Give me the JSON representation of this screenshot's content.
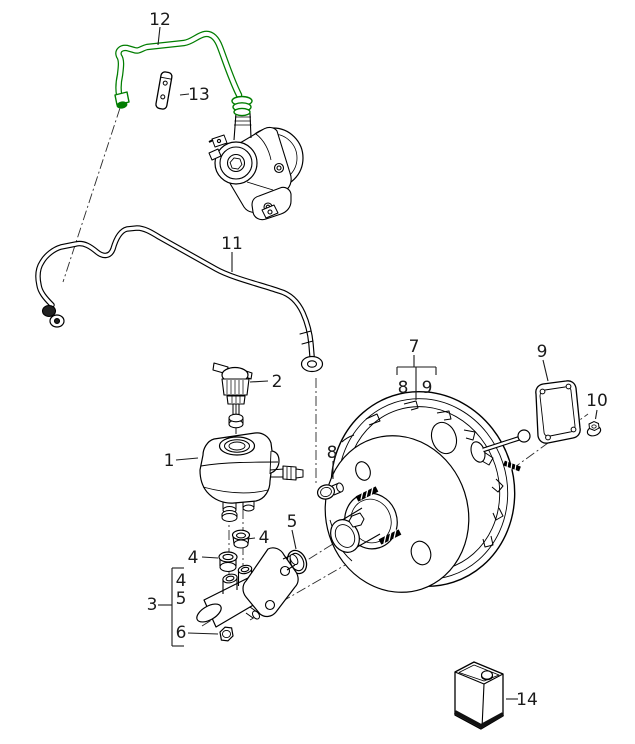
{
  "diagram": {
    "description": "exploded parts diagram of brake booster, master cylinder, reservoir and vacuum pump lines",
    "background": "#ffffff"
  },
  "colors": {
    "line": "#000000",
    "hose_accent": "#007d00",
    "label_text": "#1a1a1a"
  },
  "callouts": {
    "c12": {
      "text": "12"
    },
    "c13": {
      "text": "13"
    },
    "c11": {
      "text": "11"
    },
    "c2": {
      "text": "2"
    },
    "c1": {
      "text": "1"
    },
    "c7": {
      "text": "7"
    },
    "c8_bracket": {
      "text": "8"
    },
    "c9_bracket": {
      "text": "9"
    },
    "c8_bolt": {
      "text": "8"
    },
    "c9_gasket": {
      "text": "9"
    },
    "c10": {
      "text": "10"
    },
    "c5_oring": {
      "text": "5"
    },
    "c4_upper": {
      "text": "4"
    },
    "c4_lower": {
      "text": "4"
    },
    "c4_group": {
      "text": "4"
    },
    "c5_group": {
      "text": "5"
    },
    "c3": {
      "text": "3"
    },
    "c6": {
      "text": "6"
    },
    "c14": {
      "text": "14"
    }
  }
}
